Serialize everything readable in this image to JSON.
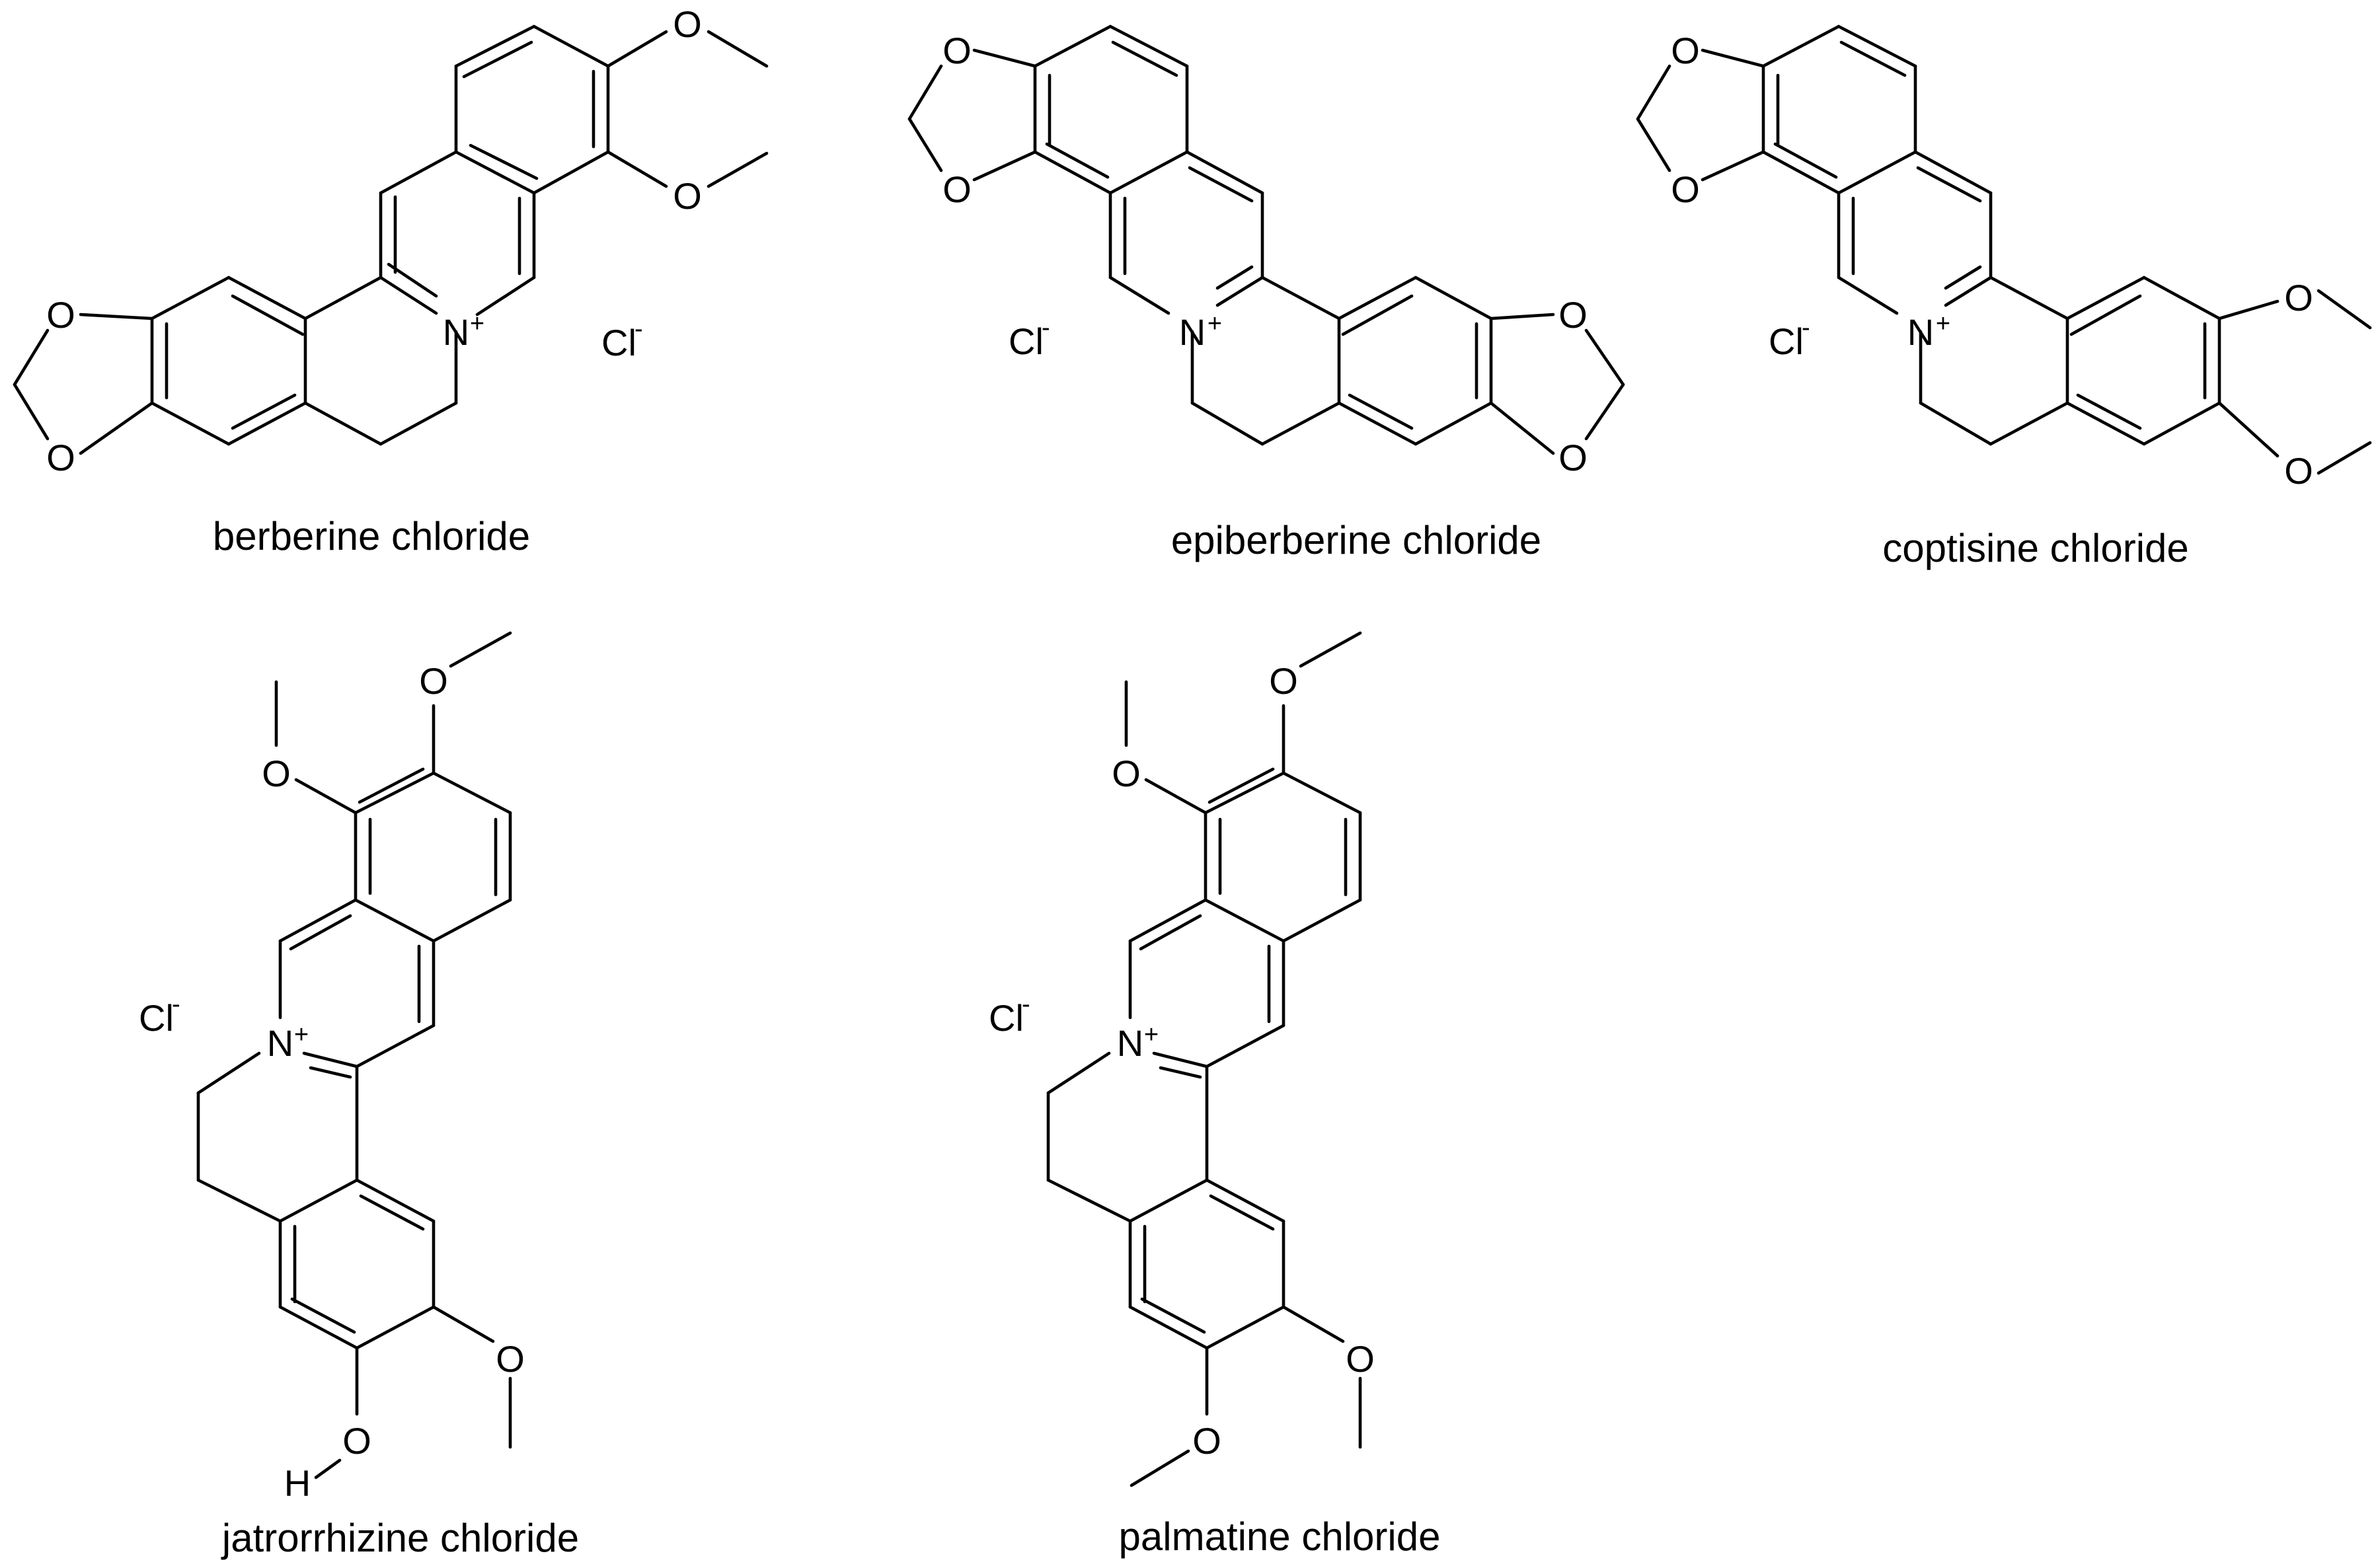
{
  "atoms": {
    "oxygen": "O",
    "nitrogen": "N",
    "hydrogen": "H",
    "chlorine": "Cl"
  },
  "charges": {
    "plus": "+",
    "minus": "-"
  },
  "compounds": [
    {
      "key": "berberine",
      "caption": "berberine chloride"
    },
    {
      "key": "epiberberine",
      "caption": "epiberberine chloride"
    },
    {
      "key": "coptisine",
      "caption": "coptisine chloride"
    },
    {
      "key": "jatrorrhizine",
      "caption": "jatrorrhizine chloride"
    },
    {
      "key": "palmatine",
      "caption": "palmatine chloride"
    }
  ]
}
